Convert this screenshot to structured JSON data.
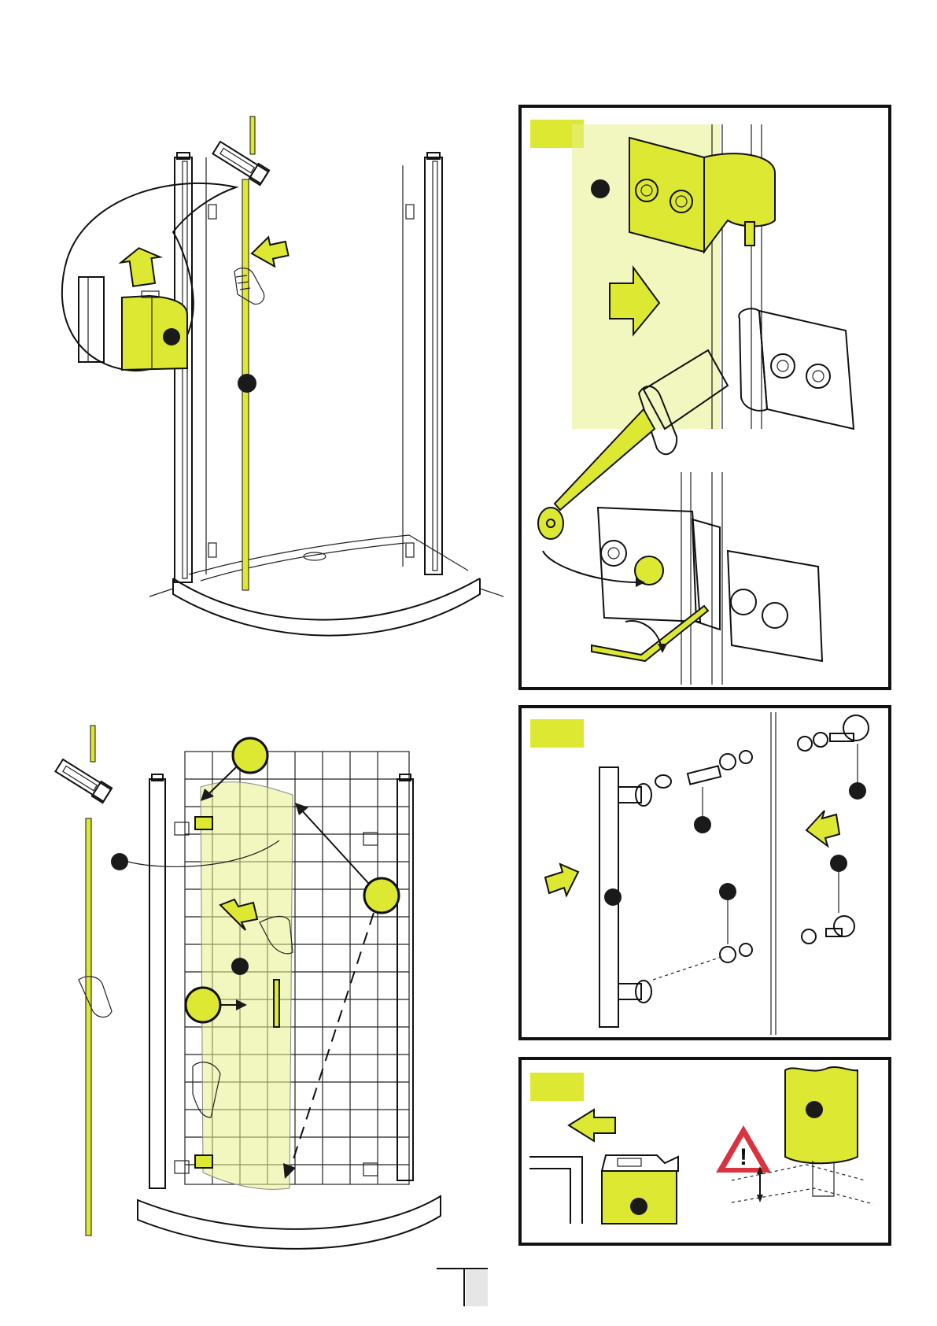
{
  "colors": {
    "accent": "#dce832",
    "accent_light": "#e8f08c",
    "ink": "#1a1a1a",
    "warning": "#d9333f",
    "page_tab": "#e6e6e6"
  },
  "icons": {
    "warning": "warning-triangle-icon",
    "hand": "hand-icon",
    "arrow": "block-arrow-icon",
    "hex_key": "hex-key-icon",
    "sealant": "sealant-gun-icon"
  },
  "panels": [
    {
      "id": "A",
      "name": "profile-mounting-step",
      "tab_label": ""
    },
    {
      "id": "B",
      "name": "hinge-sealant-step",
      "tab_label": ""
    },
    {
      "id": "C",
      "name": "door-installation-step",
      "tab_label": ""
    },
    {
      "id": "D",
      "name": "handle-assembly-step",
      "tab_label": ""
    },
    {
      "id": "E",
      "name": "profile-check-step",
      "tab_label": ""
    }
  ],
  "warning": {
    "symbol": "!"
  },
  "page_number": ""
}
